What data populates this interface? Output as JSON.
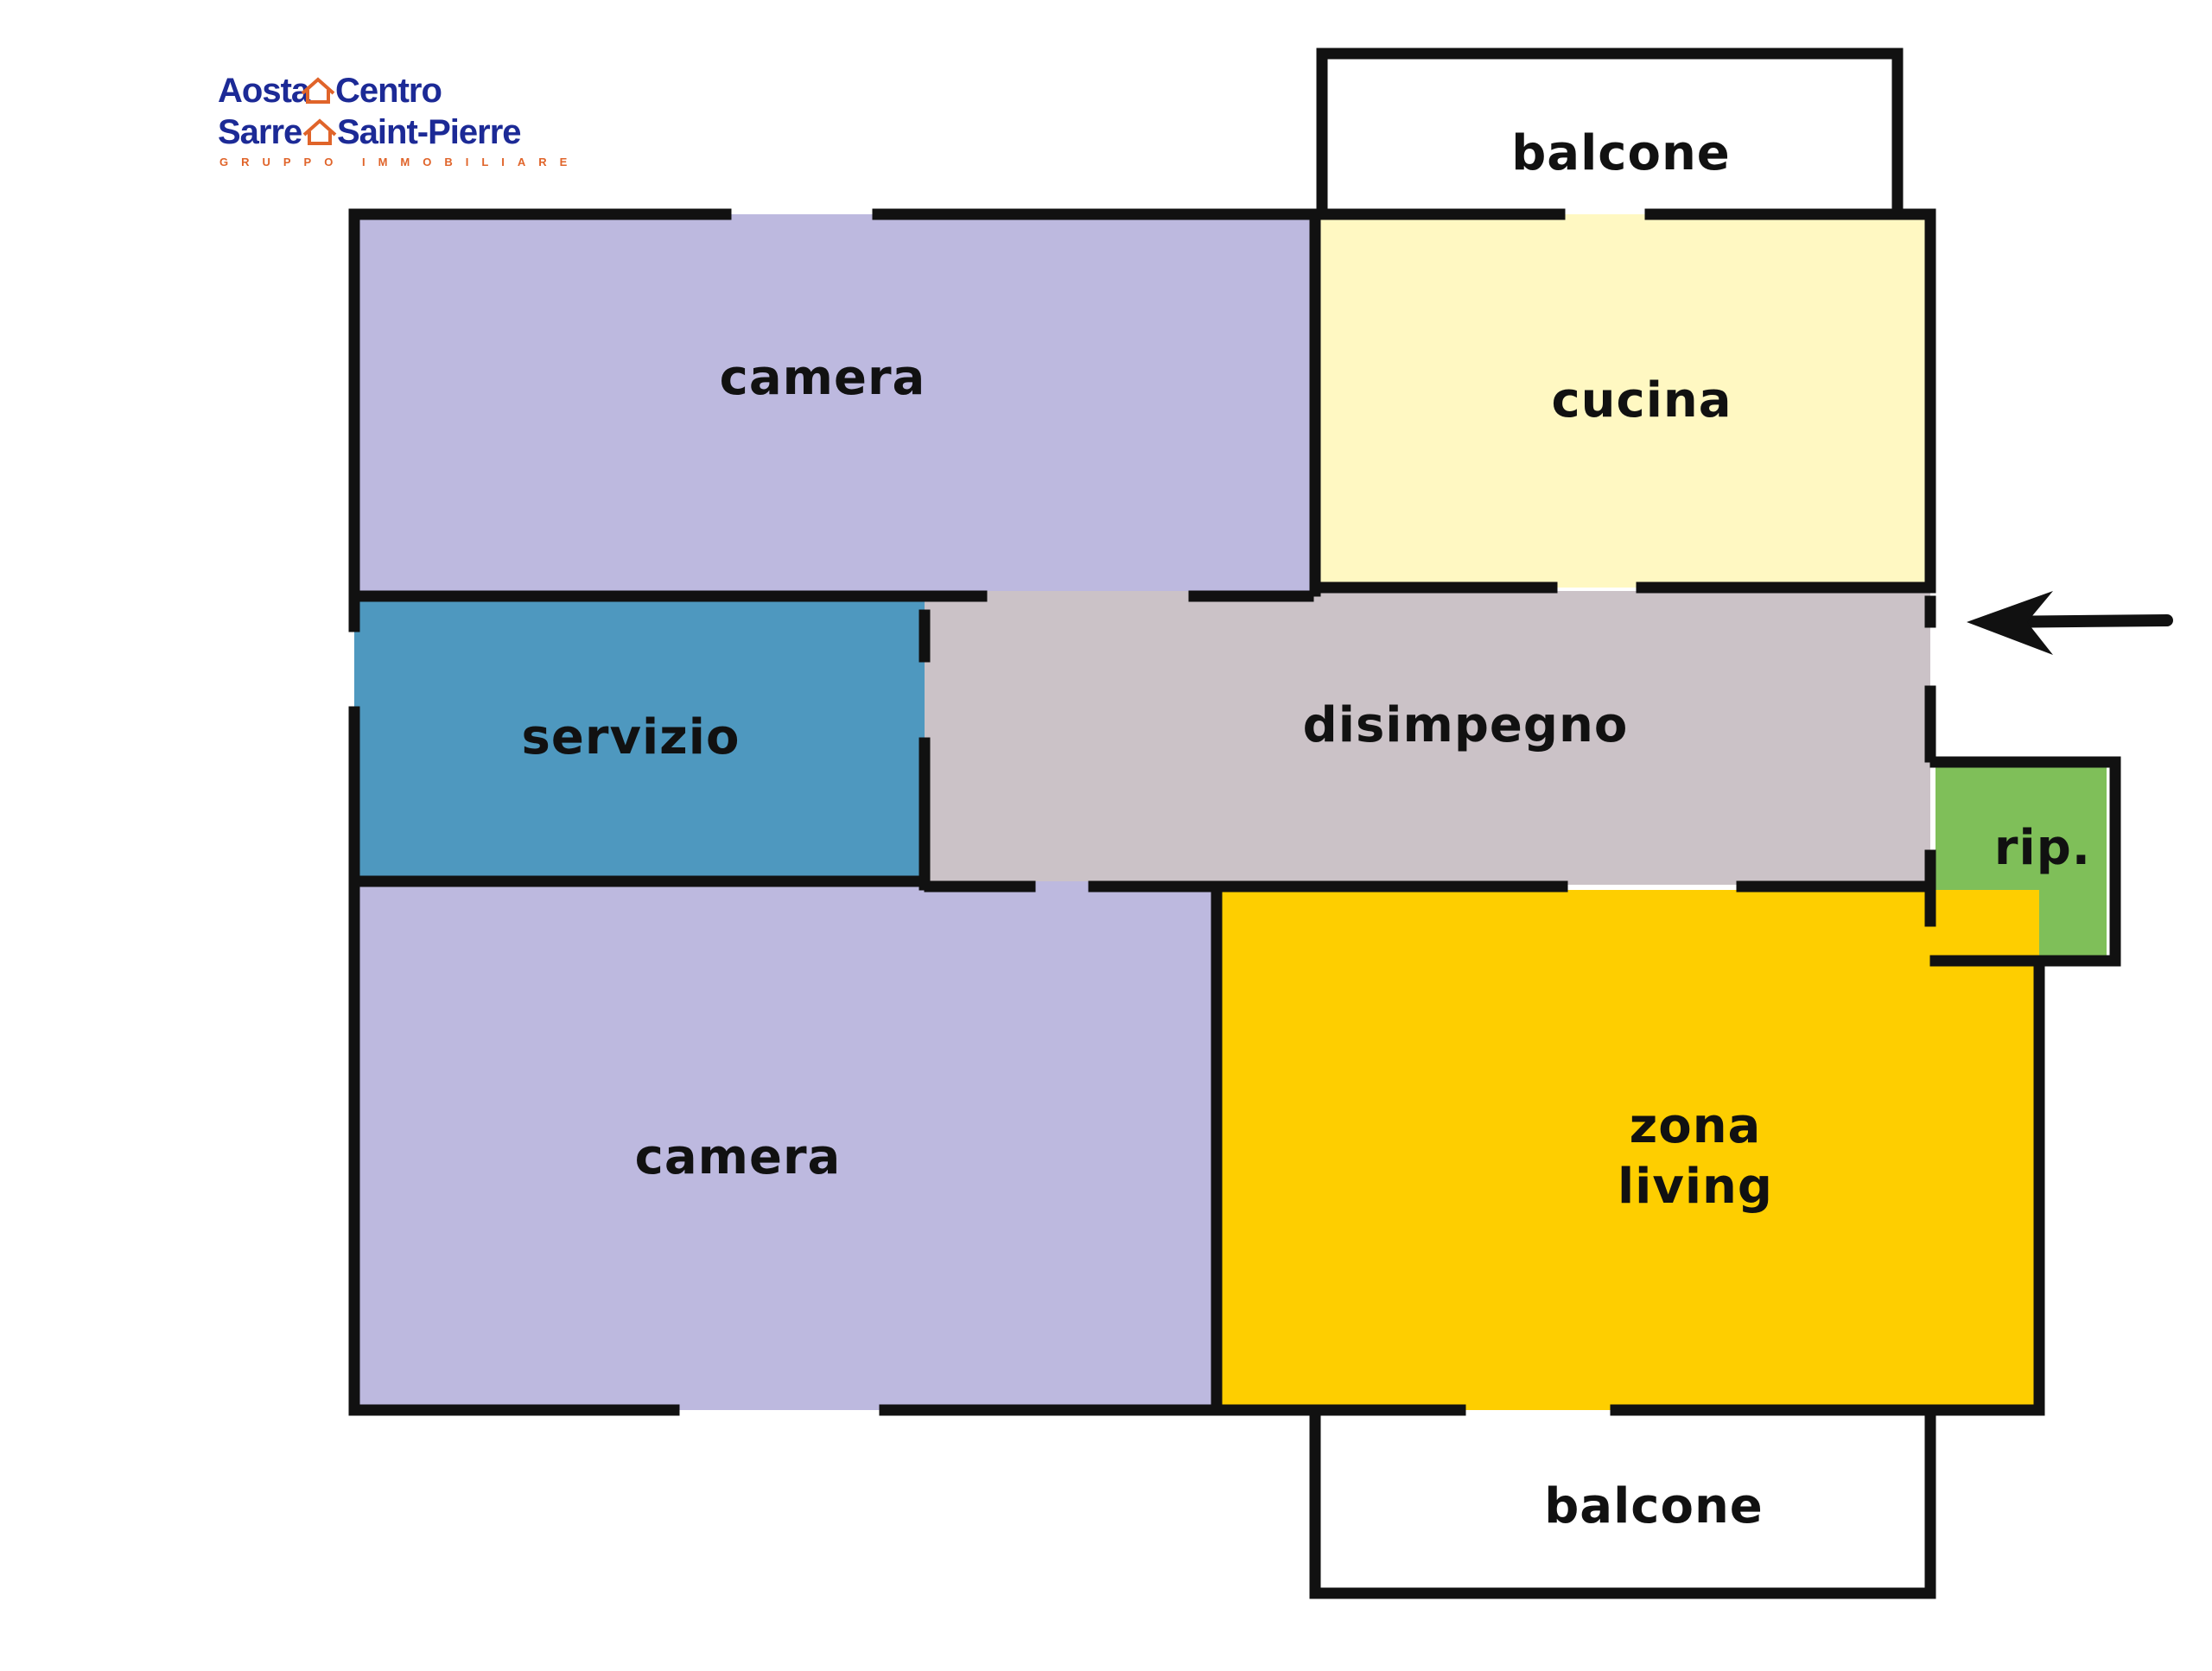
{
  "logo": {
    "line1_left": "Aosta",
    "line1_right": "Centro",
    "line2_left": "Sarre",
    "line2_right": "Saint-Pierre",
    "tagline": "GRUPPO IMMOBILIARE",
    "brand_color": "#1c2a96",
    "accent_color": "#e0642a",
    "icon": "house-icon"
  },
  "rooms": {
    "balcone_top": "balcone",
    "camera_top": "camera",
    "cucina": "cucina",
    "servizio": "servizio",
    "disimpegno": "disimpegno",
    "ripostiglio": "rip.",
    "camera_bottom": "camera",
    "zona_living_line1": "zona",
    "zona_living_line2": "living",
    "balcone_bottom": "balcone"
  },
  "colors": {
    "camera": "#bdb9df",
    "cucina": "#fff8c2",
    "servizio": "#4e98bf",
    "disimpegno": "#cbc2c7",
    "ripostiglio": "#7fbf59",
    "zona_living": "#fece00",
    "balcone": "#ffffff",
    "wall": "#111111"
  },
  "entrance": {
    "icon": "entrance-arrow-icon"
  }
}
